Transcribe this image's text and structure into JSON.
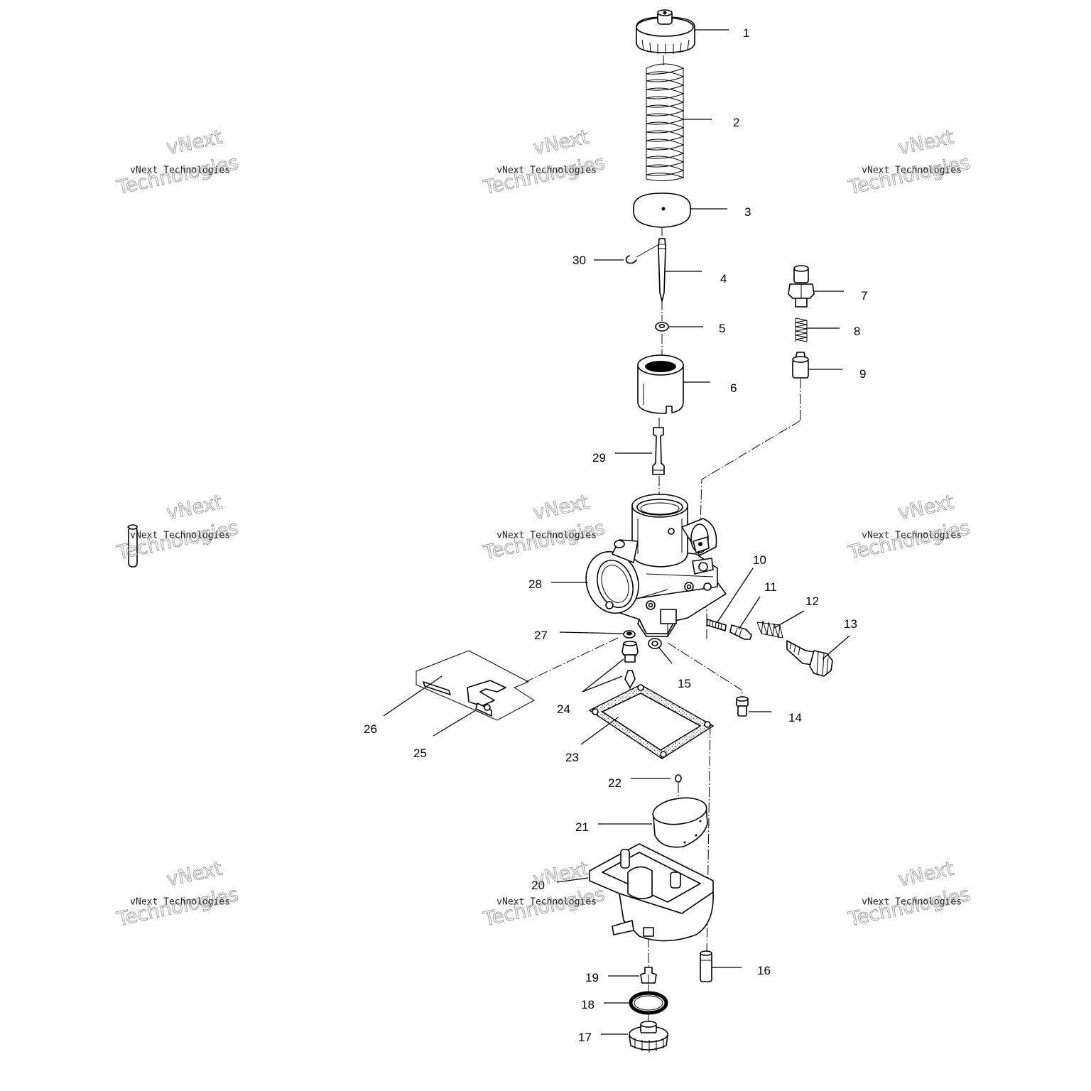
{
  "diagram": {
    "callouts": [
      {
        "id": 1,
        "label": "1"
      },
      {
        "id": 2,
        "label": "2"
      },
      {
        "id": 3,
        "label": "3"
      },
      {
        "id": 4,
        "label": "4"
      },
      {
        "id": 5,
        "label": "5"
      },
      {
        "id": 6,
        "label": "6"
      },
      {
        "id": 7,
        "label": "7"
      },
      {
        "id": 8,
        "label": "8"
      },
      {
        "id": 9,
        "label": "9"
      },
      {
        "id": 10,
        "label": "10"
      },
      {
        "id": 11,
        "label": "11"
      },
      {
        "id": 12,
        "label": "12"
      },
      {
        "id": 13,
        "label": "13"
      },
      {
        "id": 14,
        "label": "14"
      },
      {
        "id": 15,
        "label": "15"
      },
      {
        "id": 16,
        "label": "16"
      },
      {
        "id": 17,
        "label": "17"
      },
      {
        "id": 18,
        "label": "18"
      },
      {
        "id": 19,
        "label": "19"
      },
      {
        "id": 20,
        "label": "20"
      },
      {
        "id": 21,
        "label": "21"
      },
      {
        "id": 22,
        "label": "22"
      },
      {
        "id": 23,
        "label": "23"
      },
      {
        "id": 24,
        "label": "24"
      },
      {
        "id": 25,
        "label": "25"
      },
      {
        "id": 26,
        "label": "26"
      },
      {
        "id": 27,
        "label": "27"
      },
      {
        "id": 28,
        "label": "28"
      },
      {
        "id": 29,
        "label": "29"
      },
      {
        "id": 30,
        "label": "30"
      }
    ]
  },
  "watermark": {
    "line_small": "vNext Technologies",
    "line_big": "Technologies",
    "line_top": "vNext"
  }
}
